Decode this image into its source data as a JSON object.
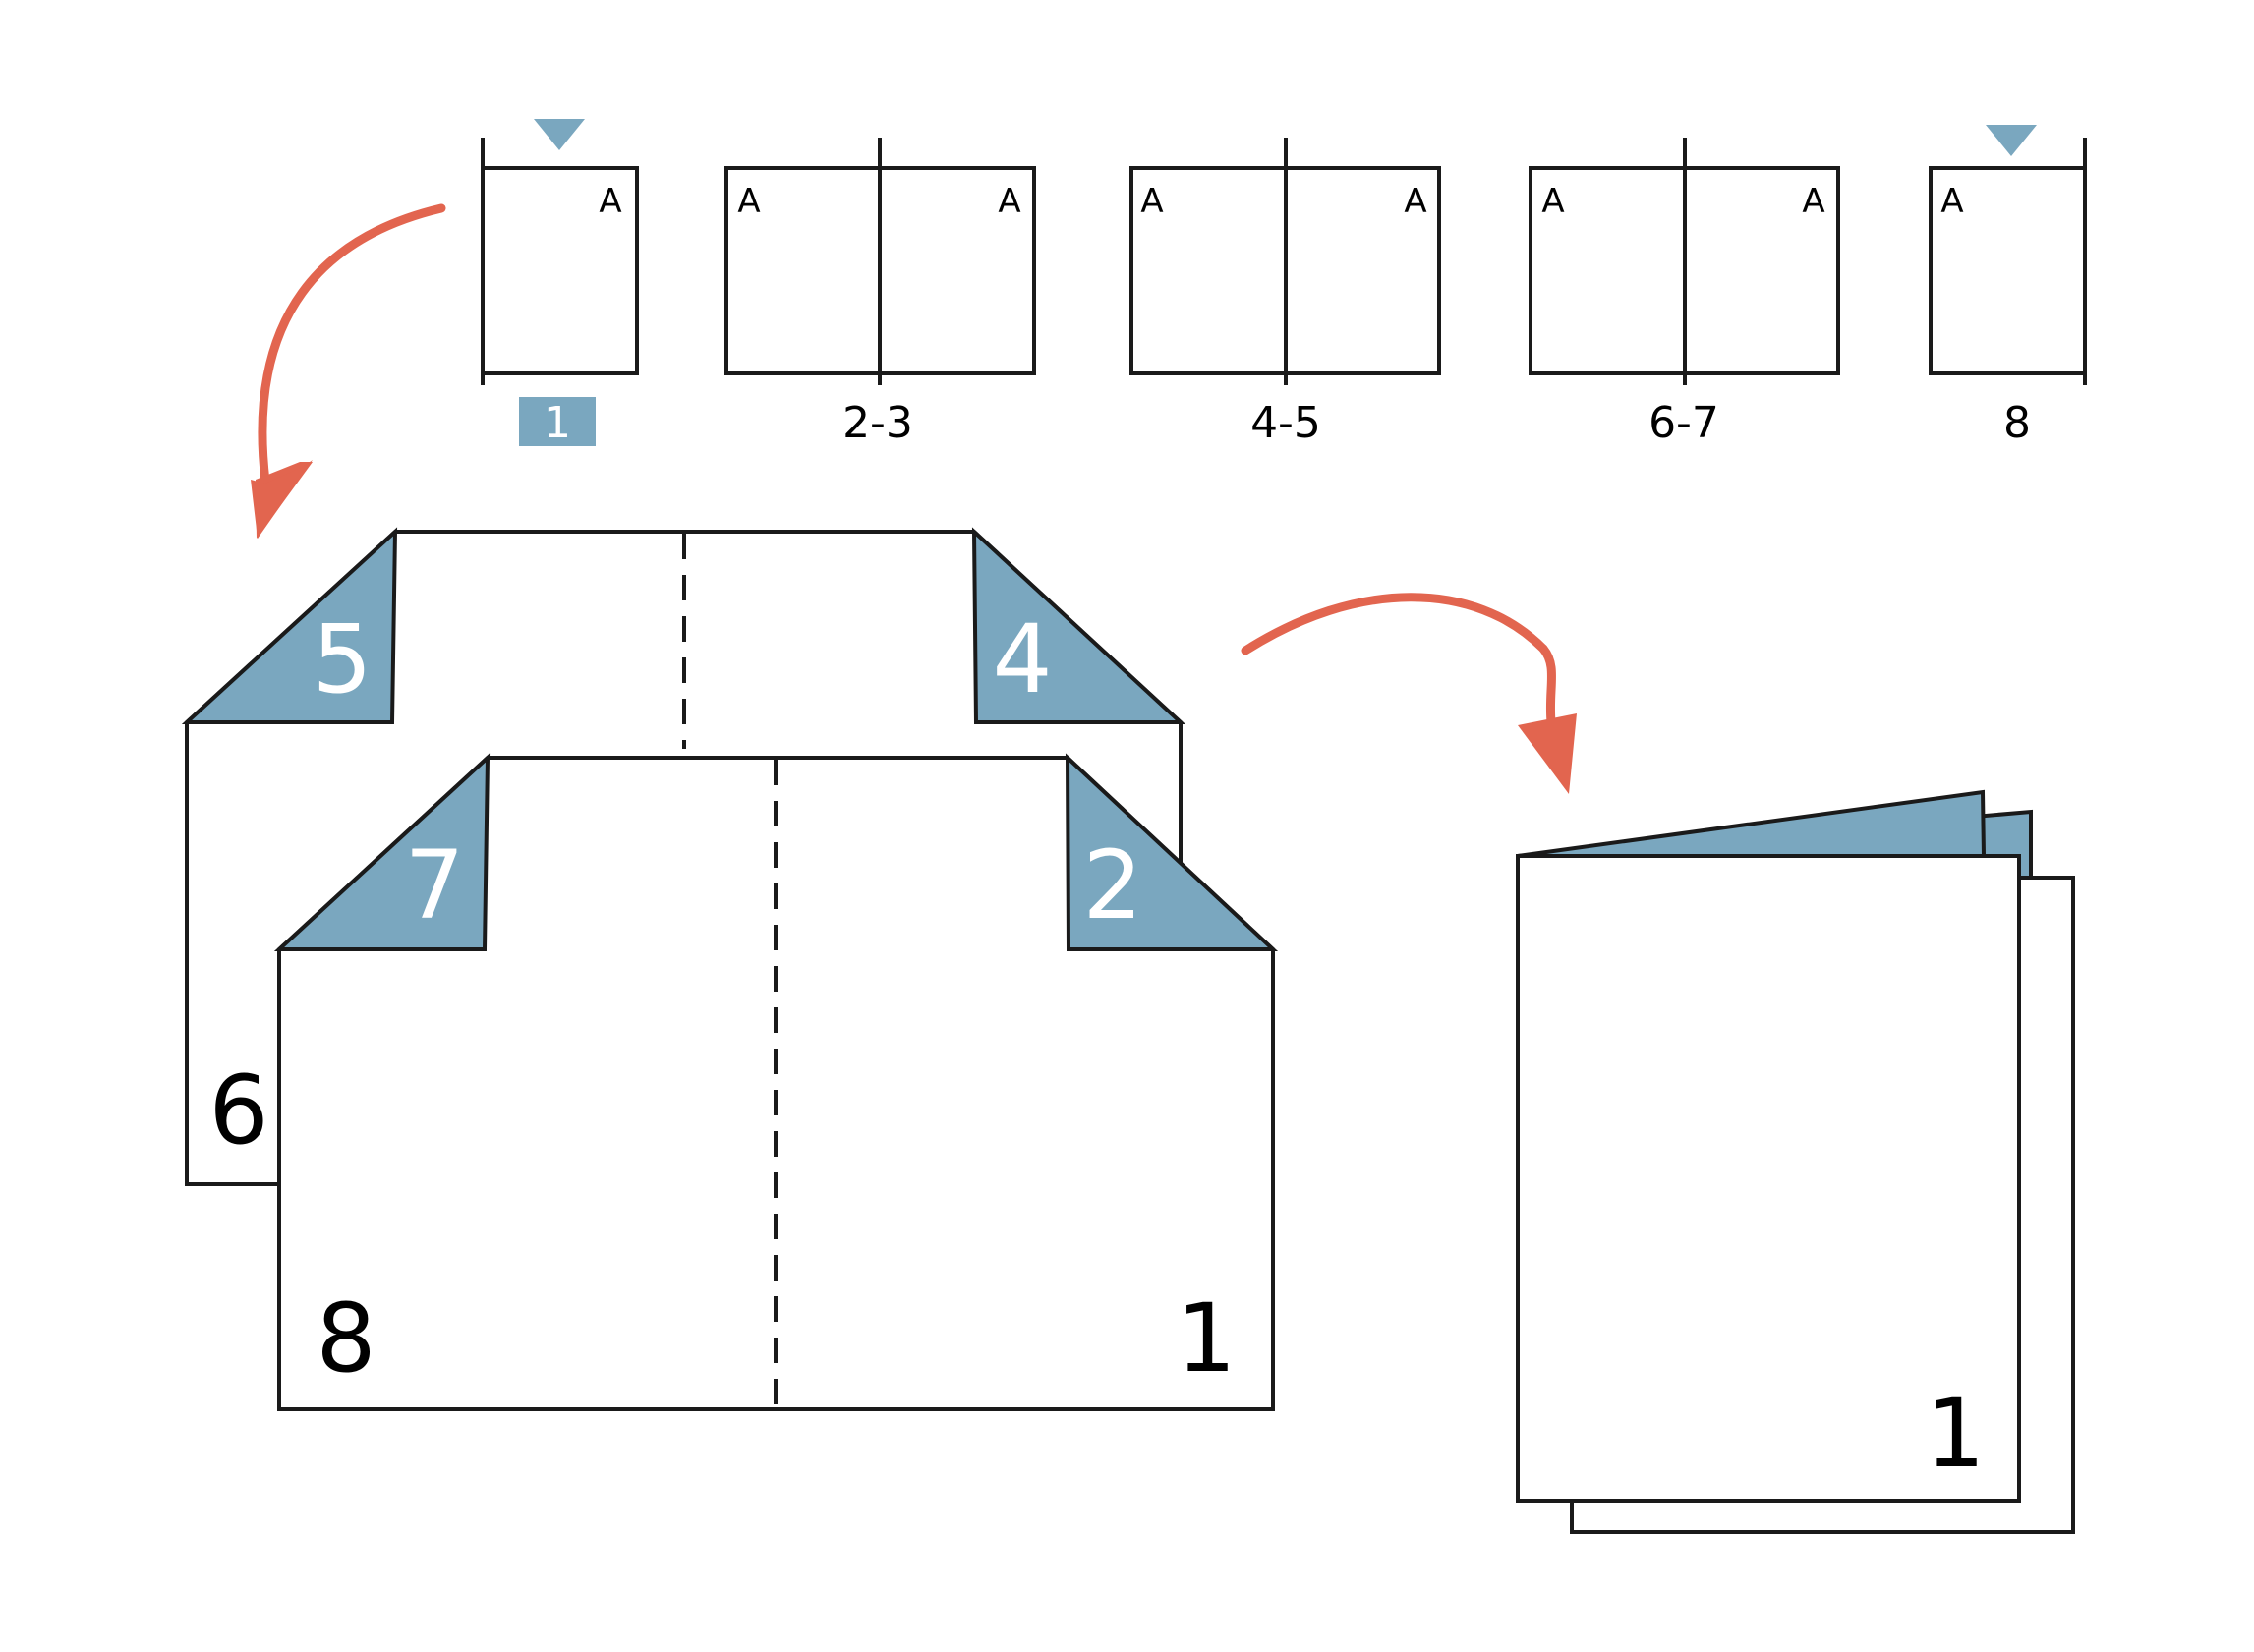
{
  "colors": {
    "accent_blue": "#7aa7bf",
    "arrow_red": "#e2654f",
    "outline": "#1a1a1a",
    "paper": "#ffffff"
  },
  "thumbnails": {
    "labels": [
      "1",
      "2-3",
      "4-5",
      "6-7",
      "8"
    ],
    "active_label": "1",
    "corner_mark": "A"
  },
  "spread_back": {
    "left_corner_number": "5",
    "right_corner_number": "4",
    "side_number": "6"
  },
  "spread_front": {
    "left_corner_number": "7",
    "right_corner_number": "2",
    "bottom_left_number": "8",
    "bottom_right_number": "1"
  },
  "booklet": {
    "cover_number": "1"
  },
  "icons": [
    "marker-triangle-icon",
    "curved-arrow-icon"
  ]
}
